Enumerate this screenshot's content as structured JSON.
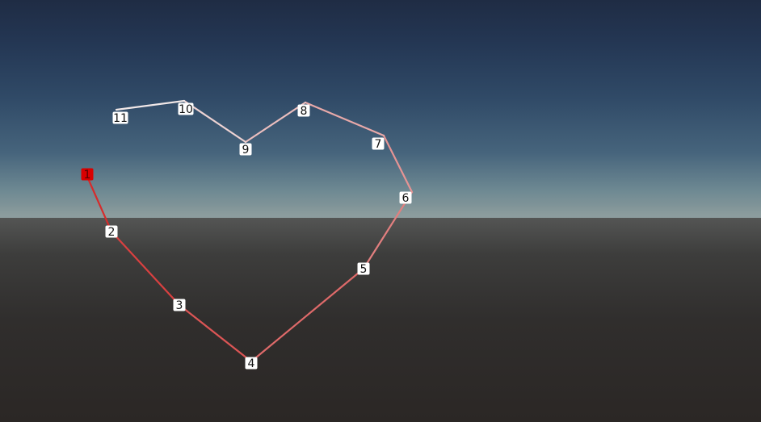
{
  "scene": {
    "colors": {
      "first_node": "#d90000",
      "first_node_text": "#5a0000",
      "node": "#ffffff",
      "node_text": "#111111",
      "path_start": "#d42020",
      "path_end": "#f2f2f2"
    }
  },
  "waypoints": [
    {
      "label": "1"
    },
    {
      "label": "2"
    },
    {
      "label": "3"
    },
    {
      "label": "4"
    },
    {
      "label": "5"
    },
    {
      "label": "6"
    },
    {
      "label": "7"
    },
    {
      "label": "8"
    },
    {
      "label": "9"
    },
    {
      "label": "10"
    },
    {
      "label": "11"
    }
  ]
}
